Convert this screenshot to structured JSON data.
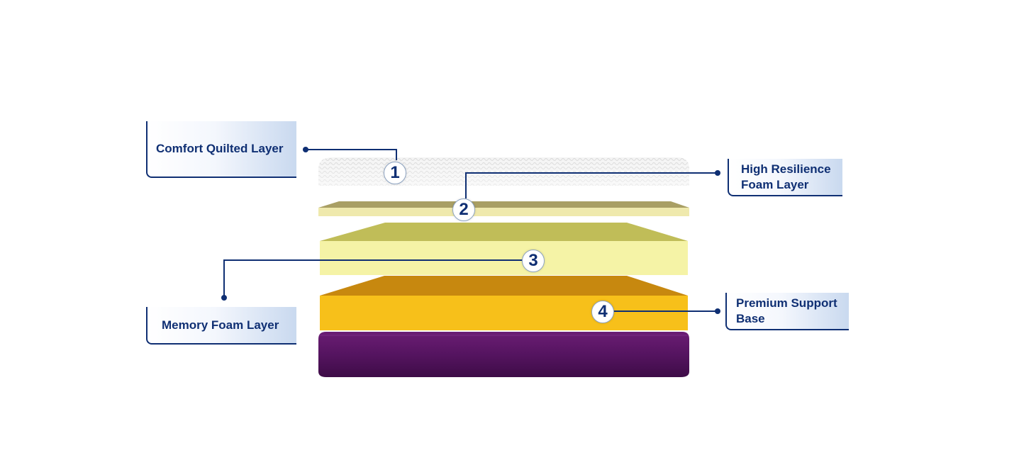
{
  "layers": [
    {
      "number": "1",
      "label": "Comfort Quilted Layer"
    },
    {
      "number": "2",
      "label_lines": [
        "High Resilience",
        "Foam Layer"
      ]
    },
    {
      "number": "3",
      "label": "Memory Foam Layer"
    },
    {
      "number": "4",
      "label_lines": [
        "Premium Support",
        "Base"
      ]
    }
  ],
  "colors": {
    "accent": "#0f2f73",
    "quilted_layer": "#eeeeee",
    "hr_foam": "#ebe7a6",
    "memory_foam": "#f3f0a4",
    "support_foam": "#f6c117",
    "base": "#56145f"
  }
}
